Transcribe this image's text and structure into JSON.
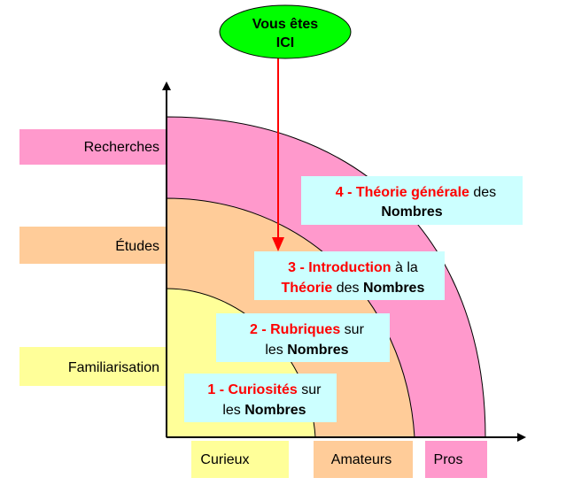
{
  "bubble": {
    "line1": "Vous êtes",
    "line2": "ICI"
  },
  "y_levels": [
    {
      "label": "Recherches"
    },
    {
      "label": "Études"
    },
    {
      "label": "Familiarisation"
    }
  ],
  "x_levels": [
    {
      "label": "Curieux"
    },
    {
      "label": "Amateurs"
    },
    {
      "label": "Pros"
    }
  ],
  "zones": {
    "z4": {
      "num": "4 - ",
      "title": "Théorie générale",
      "des": " des",
      "nombres": "Nombres"
    },
    "z3": {
      "num": "3 - ",
      "title": "Introduction",
      "a_la": " à la",
      "theorie": "Théorie",
      "des": " des ",
      "nombres": "Nombres"
    },
    "z2": {
      "num": "2 - ",
      "title": "Rubriques",
      "sur": " sur",
      "les": "les ",
      "nombres": "Nombres"
    },
    "z1": {
      "num": "1 - ",
      "title": "Curiosités",
      "sur": " sur",
      "les": "les ",
      "nombres": "Nombres"
    }
  },
  "colors": {
    "pink": "#ff99cc",
    "orange": "#ffcc99",
    "yellow": "#ffff99",
    "box": "#ccffff",
    "bubble": "#00ff00",
    "accent": "#ff0000"
  }
}
